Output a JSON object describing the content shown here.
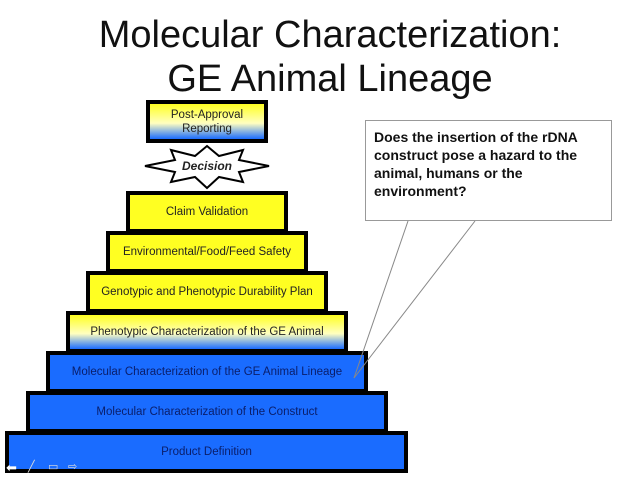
{
  "slide": {
    "title_line1": "Molecular Characterization:",
    "title_line2": "GE Animal Lineage"
  },
  "pyramid": {
    "top": "Post-Approval Reporting",
    "decision": "Decision",
    "steps": [
      "Claim Validation",
      "Environmental/Food/Feed Safety",
      "Genotypic and Phenotypic Durability Plan",
      "Phenotypic Characterization of the GE Animal",
      "Molecular Characterization of the GE Animal Lineage",
      "Molecular Characterization of the Construct",
      "Product Definition"
    ]
  },
  "callout": {
    "text": "Does the insertion of the rDNA construct pose a hazard to the animal, humans or the environment?"
  },
  "colors": {
    "yellow": "#ffff22",
    "blue": "#1a6cff"
  },
  "controls": [
    "back-icon",
    "pen-icon",
    "menu-icon",
    "forward-icon"
  ]
}
